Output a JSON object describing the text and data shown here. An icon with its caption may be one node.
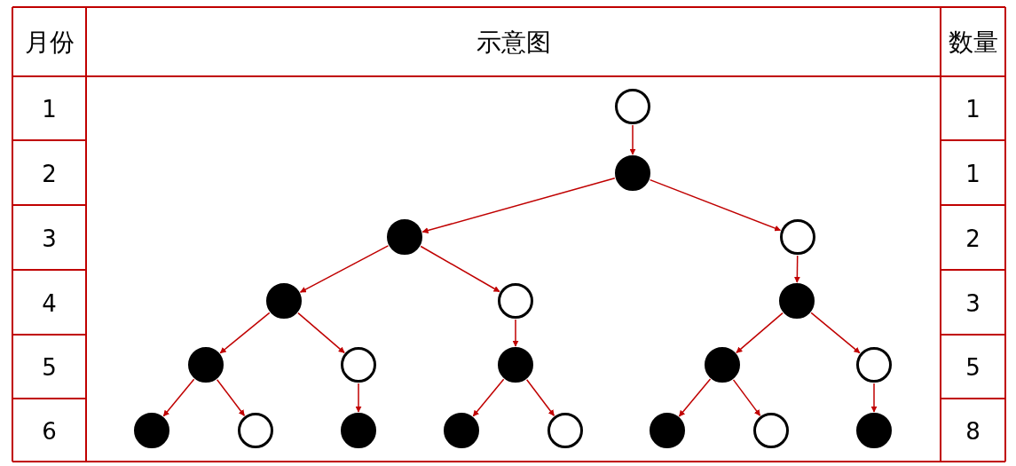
{
  "diagram": {
    "nodes": [
      {
        "text": [],
        "shape": "circle"
      },
      {
        "text": [],
        "shape": "dot"
      },
      {
        "text": [],
        "shape": "dot"
      },
      {
        "text": [],
        "shape": "circle"
      },
      {
        "text": [],
        "shape": "dot"
      },
      {
        "text": [],
        "shape": "circle"
      },
      {
        "text": [],
        "shape": "dot"
      },
      {
        "text": [],
        "shape": "dot"
      },
      {
        "text": [],
        "shape": "circle"
      },
      {
        "text": [],
        "shape": "dot"
      },
      {
        "text": [],
        "shape": "dot"
      },
      {
        "text": [],
        "shape": "circle"
      },
      {
        "text": [],
        "shape": "dot"
      },
      {
        "text": [],
        "shape": "circle"
      },
      {
        "text": [],
        "shape": "dot"
      },
      {
        "text": [],
        "shape": "dot"
      },
      {
        "text": [],
        "shape": "circle"
      },
      {
        "text": [],
        "shape": "dot"
      },
      {
        "text": [],
        "shape": "circle"
      },
      {
        "text": [],
        "shape": "dot"
      }
    ],
    "edges": [
      {
        "from": 0,
        "to": 1,
        "arrow": "to"
      },
      {
        "from": 1,
        "to": 2,
        "arrow": "to"
      },
      {
        "from": 1,
        "to": 3,
        "arrow": "to"
      },
      {
        "from": 2,
        "to": 4,
        "arrow": "to"
      },
      {
        "from": 2,
        "to": 5,
        "arrow": "to"
      },
      {
        "from": 3,
        "to": 6,
        "arrow": "to"
      },
      {
        "from": 4,
        "to": 7,
        "arrow": "to"
      },
      {
        "from": 4,
        "to": 8,
        "arrow": "to"
      },
      {
        "from": 5,
        "to": 9,
        "arrow": "to"
      },
      {
        "from": 6,
        "to": 10,
        "arrow": "to"
      },
      {
        "from": 6,
        "to": 11,
        "arrow": "to"
      },
      {
        "from": 7,
        "to": 12,
        "arrow": "to"
      },
      {
        "from": 7,
        "to": 13,
        "arrow": "to"
      },
      {
        "from": 8,
        "to": 14,
        "arrow": "to"
      },
      {
        "from": 9,
        "to": 15,
        "arrow": "to"
      },
      {
        "from": 9,
        "to": 16,
        "arrow": "to"
      },
      {
        "from": 10,
        "to": 17,
        "arrow": "to"
      },
      {
        "from": 10,
        "to": 18,
        "arrow": "to"
      },
      {
        "from": 11,
        "to": 19,
        "arrow": "to"
      }
    ],
    "labels": [
      "月份",
      "示意图",
      "数量",
      "1",
      "1",
      "2",
      "1",
      "3",
      "2",
      "4",
      "3",
      "5",
      "5",
      "6",
      "8"
    ]
  }
}
